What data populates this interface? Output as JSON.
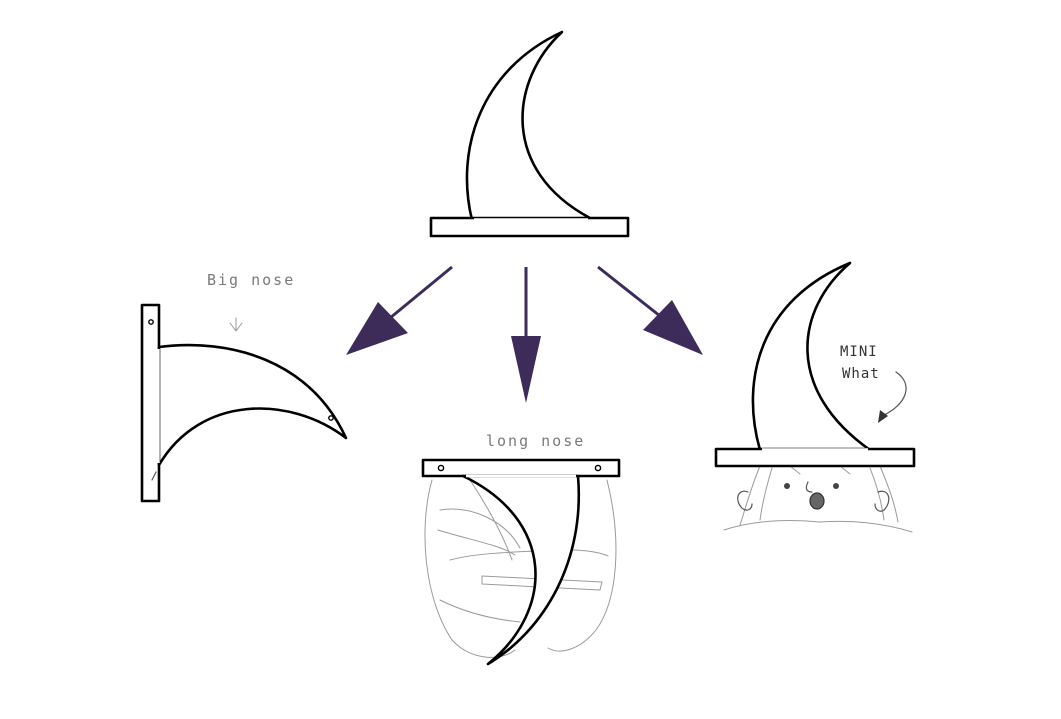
{
  "labels": {
    "big_nose": "Big nose",
    "long_nose": "long nose",
    "mini_hat_line1": "MINI",
    "mini_hat_line2": "What"
  },
  "colors": {
    "arrow": "#3d2b5a",
    "outline": "#000000",
    "sketch": "#9a9a9a",
    "background": "#ffffff"
  },
  "variants": [
    "big-nose",
    "long-nose",
    "mini-hat"
  ]
}
